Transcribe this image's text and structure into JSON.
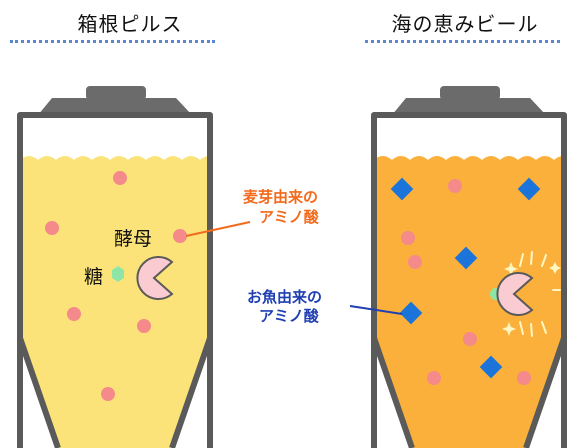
{
  "left_tank": {
    "title": "箱根ピルス",
    "liquid_color": "#fbe37a",
    "label_yeast": "酵母",
    "label_sugar": "糖"
  },
  "right_tank": {
    "title": "海の恵みビール",
    "liquid_color": "#fbb03b"
  },
  "callouts": {
    "malt_amino_line1": "麦芽由来の",
    "malt_amino_line2": "アミノ酸",
    "malt_color": "#f26a1b",
    "fish_amino_line1": "お魚由来の",
    "fish_amino_line2": "アミノ酸",
    "fish_color": "#1f3fb2"
  },
  "colors": {
    "tank_outline": "#5a5a5a",
    "tank_lid": "#6b6b6b",
    "particle_pink": "#f48a8a",
    "sugar_green": "#8ee6a6",
    "diamond_blue": "#1b74d9",
    "yeast_pink": "#fbcbd2",
    "sparkle": "#fff6c2",
    "title_dots": "#5b86d6"
  }
}
